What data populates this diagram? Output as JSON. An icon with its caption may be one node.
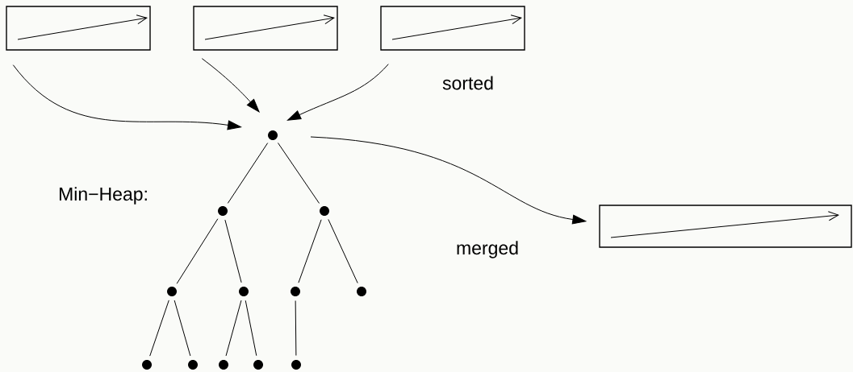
{
  "diagram": {
    "nodes": [
      {
        "text": [],
        "shape": "box"
      },
      {
        "text": [],
        "shape": "box"
      },
      {
        "text": [],
        "shape": "box"
      },
      {
        "text": [],
        "shape": "circle"
      },
      {
        "text": [],
        "shape": "circle"
      },
      {
        "text": [],
        "shape": "circle"
      },
      {
        "text": [],
        "shape": "box"
      },
      {
        "text": [],
        "shape": "circle"
      },
      {
        "text": [],
        "shape": "circle"
      },
      {
        "text": [],
        "shape": "circle"
      },
      {
        "text": [],
        "shape": "circle"
      },
      {
        "text": [],
        "shape": "circle"
      },
      {
        "text": [],
        "shape": "circle"
      },
      {
        "text": [],
        "shape": "circle"
      },
      {
        "text": [],
        "shape": "circle"
      },
      {
        "text": [],
        "shape": "circle"
      }
    ],
    "edges": [
      {
        "from": 0,
        "to": 3,
        "arrow": "to"
      },
      {
        "from": 1,
        "to": 3,
        "arrow": "to"
      },
      {
        "from": 2,
        "to": 3,
        "arrow": "to"
      },
      {
        "from": 3,
        "to": 6,
        "arrow": "to"
      },
      {
        "from": 3,
        "to": 4,
        "arrow": "none"
      },
      {
        "from": 3,
        "to": 5,
        "arrow": "none"
      },
      {
        "from": 4,
        "to": 7,
        "arrow": "none"
      },
      {
        "from": 4,
        "to": 8,
        "arrow": "none"
      },
      {
        "from": 5,
        "to": 9,
        "arrow": "none"
      },
      {
        "from": 5,
        "to": 10,
        "arrow": "none"
      },
      {
        "from": 7,
        "to": 11,
        "arrow": "none"
      },
      {
        "from": 7,
        "to": 12,
        "arrow": "none"
      },
      {
        "from": 8,
        "to": 13,
        "arrow": "none"
      },
      {
        "from": 8,
        "to": 14,
        "arrow": "none"
      },
      {
        "from": 9,
        "to": 15,
        "arrow": "none"
      }
    ],
    "labels": [
      "sorted",
      "Min−Heap:",
      "merged"
    ]
  }
}
